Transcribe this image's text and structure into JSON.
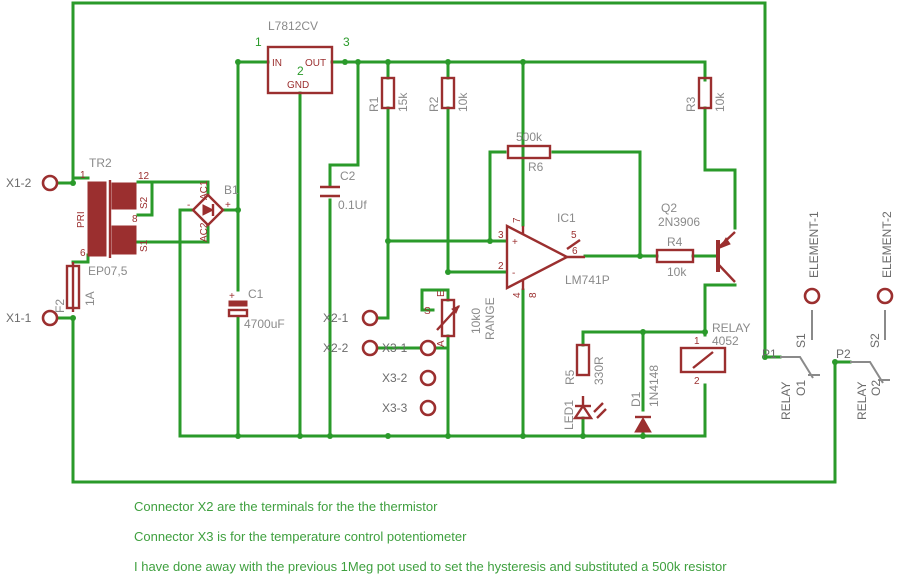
{
  "transformer": {
    "ref": "TR2",
    "type": "EP07,5",
    "pin1": "1",
    "pin6": "6",
    "pin12": "12",
    "pin8": "8",
    "pri": "PRI",
    "s1": "S1",
    "s2": "S2"
  },
  "fuse": {
    "ref": "F2",
    "value": "1A"
  },
  "bridge": {
    "ref": "B1",
    "ac1": "AC1",
    "ac2": "AC2",
    "minus": "-",
    "plus": "+"
  },
  "c1": {
    "ref": "C1",
    "value": "4700uF"
  },
  "c2": {
    "ref": "C2",
    "value": "0.1Uf"
  },
  "regulator": {
    "ref": "L7812CV",
    "pin1": "1",
    "pin2": "2",
    "pin3": "3",
    "in": "IN",
    "out": "OUT",
    "gnd": "GND"
  },
  "r1": {
    "ref": "R1",
    "value": "15k"
  },
  "r2": {
    "ref": "R2",
    "value": "10k"
  },
  "r3": {
    "ref": "R3",
    "value": "10k"
  },
  "r4": {
    "ref": "R4",
    "value": "10k"
  },
  "r5": {
    "ref": "R5",
    "value": "330R"
  },
  "r6": {
    "ref": "R6",
    "value": "500k"
  },
  "opamp": {
    "ref": "IC1",
    "type": "LM741P",
    "p2": "2",
    "p3": "3",
    "p4": "4",
    "p5": "5",
    "p6": "6",
    "p7": "7",
    "p8": "8",
    "plus": "+",
    "minus": "-"
  },
  "transistor": {
    "ref": "Q2",
    "type": "2N3906"
  },
  "pot": {
    "value": "10k0",
    "name": "RANGE",
    "s": "S",
    "e": "E",
    "a": "A"
  },
  "relay": {
    "ref": "RELAY",
    "type": "4052",
    "p1": "1",
    "p2": "2",
    "contact1": "RELAY",
    "contact1_no": "O1",
    "contact2": "RELAY",
    "contact2_no": "O2",
    "p_1": "P1",
    "p_2": "P2",
    "s1": "S1",
    "s2": "S2"
  },
  "diode": {
    "ref": "D1",
    "type": "1N4148"
  },
  "led": {
    "ref": "LED1"
  },
  "connectors": {
    "x1_1": "X1-1",
    "x1_2": "X1-2",
    "x2_1": "X2-1",
    "x2_2": "X2-2",
    "x3_1": "X3-1",
    "x3_2": "X3-2",
    "x3_3": "X3-3"
  },
  "elements": {
    "e1": "ELEMENT-1",
    "e2": "ELEMENT-2"
  },
  "notes": [
    "Connector X2 are the terminals for the the thermistor",
    "Connector X3 is for the temperature control potentiometer",
    "I have done away with the previous 1Meg pot used to set the hysteresis and substituted a 500k resistor"
  ]
}
